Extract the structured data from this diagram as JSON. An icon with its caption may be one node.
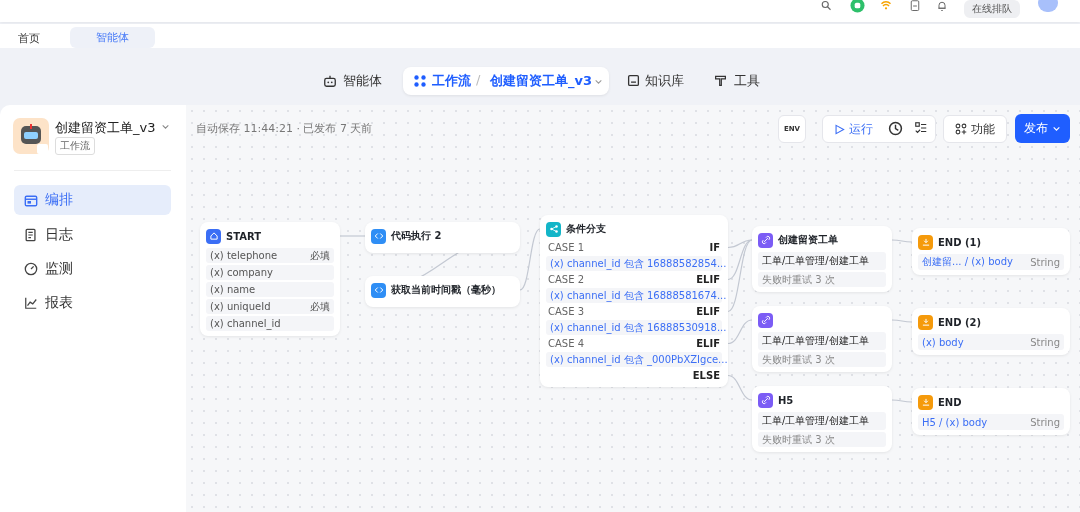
{
  "diagram": {
    "nodes": [
      {
        "text": [
          "START",
          "(x) telephone",
          "必填",
          "(x) company",
          "(x) name",
          "(x) uniqueId",
          "必填",
          "(x) channel_id"
        ]
      },
      {
        "text": [
          "代码执行 2"
        ]
      },
      {
        "text": [
          "获取当前时间戳（毫秒）"
        ]
      },
      {
        "text": [
          "条件分支",
          "CASE 1",
          "IF",
          "(x) channel_id 包含 16888582854...",
          "CASE 2",
          "ELIF",
          "(x) channel_id 包含 16888581674...",
          "CASE 3",
          "ELIF",
          "(x) channel_id 包含 16888530918...",
          "CASE 4",
          "ELIF",
          "(x) channel_id 包含 _000PbXZIgce...",
          "ELSE"
        ]
      },
      {
        "text": [
          "创建留资工单",
          "工单/工单管理/创建工单",
          "失败时重试 3 次"
        ]
      },
      {
        "text": [
          "工单/工单管理/创建工单",
          "失败时重试 3 次"
        ]
      },
      {
        "text": [
          "H5",
          "工单/工单管理/创建工单",
          "失败时重试 3 次"
        ]
      },
      {
        "text": [
          "END (1)",
          "创建留... / (x) body",
          "String"
        ]
      },
      {
        "text": [
          "END (2)",
          "(x) body",
          "String"
        ]
      },
      {
        "text": [
          "END",
          "H5 / (x) body",
          "String"
        ]
      }
    ],
    "edges": [
      {
        "from": 0,
        "to": 1,
        "arrow": "none"
      },
      {
        "from": 1,
        "to": 2,
        "arrow": "none"
      },
      {
        "from": 2,
        "to": 3,
        "arrow": "none"
      },
      {
        "from": 3,
        "to": 4,
        "arrow": "none"
      },
      {
        "from": 3,
        "to": 4,
        "arrow": "none"
      },
      {
        "from": 3,
        "to": 4,
        "arrow": "none"
      },
      {
        "from": 3,
        "to": 5,
        "arrow": "none"
      },
      {
        "from": 3,
        "to": 6,
        "arrow": "none"
      },
      {
        "from": 4,
        "to": 7,
        "arrow": "none"
      },
      {
        "from": 5,
        "to": 8,
        "arrow": "none"
      },
      {
        "from": 6,
        "to": 9,
        "arrow": "none"
      }
    ],
    "labels": [
      "在线排队",
      "首页",
      "智能体",
      "智能体",
      "工作流",
      "/",
      "创建留资工单_v3",
      "知识库",
      "工具",
      "创建留资工单_v3",
      "工作流",
      "编排",
      "日志",
      "监测",
      "报表",
      "自动保存 11:44:21 · 已发布 7 天前",
      "ENV",
      "运行",
      "功能",
      "发布"
    ]
  }
}
